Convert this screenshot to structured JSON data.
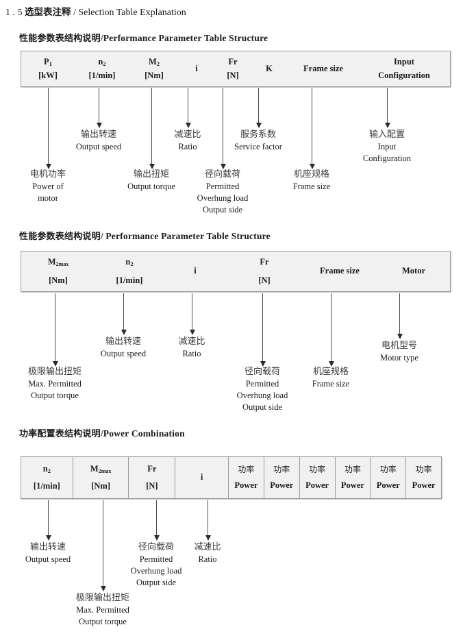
{
  "document": {
    "section_number": "1 . 5",
    "title_cn": "选型表注释",
    "separator": "/",
    "title_en": "Selection Table Explanation"
  },
  "sections": [
    {
      "heading_cn": "性能参数表结构说明",
      "heading_sep": "/",
      "heading_en": "Performance Parameter Table Structure"
    },
    {
      "heading_cn": "性能参数表结构说明",
      "heading_sep": "/",
      "heading_en": "Performance Parameter Table Structure"
    },
    {
      "heading_cn": "功率配置表结构说明",
      "heading_sep": "/",
      "heading_en": "Power Combination"
    }
  ],
  "table1": {
    "columns": [
      {
        "symbol": "P",
        "sub": "1",
        "unit": "[kW]"
      },
      {
        "symbol": "n",
        "sub": "2",
        "unit": "[1/min]"
      },
      {
        "symbol": "M",
        "sub": "2",
        "unit": "[Nm]"
      },
      {
        "symbol": "i",
        "sub": "",
        "unit": ""
      },
      {
        "symbol": "Fr",
        "sub": "",
        "unit": "[N]"
      },
      {
        "symbol": "K",
        "sub": "",
        "unit": ""
      },
      {
        "symbol": "Frame size",
        "sub": "",
        "unit": ""
      },
      {
        "symbol": "Input",
        "sub": "",
        "unit": "Configuration"
      }
    ]
  },
  "table2": {
    "columns": [
      {
        "symbol": "M",
        "sub": "2max",
        "unit": "[Nm]"
      },
      {
        "symbol": "n",
        "sub": "2",
        "unit": "[1/min]"
      },
      {
        "symbol": "i",
        "sub": "",
        "unit": ""
      },
      {
        "symbol": "Fr",
        "sub": "",
        "unit": "[N]"
      },
      {
        "symbol": "Frame size",
        "sub": "",
        "unit": ""
      },
      {
        "symbol": "Motor",
        "sub": "",
        "unit": ""
      }
    ]
  },
  "table3": {
    "columns": [
      {
        "symbol": "n",
        "sub": "2",
        "unit": "[1/min]"
      },
      {
        "symbol": "M",
        "sub": "2max",
        "unit": "[Nm]"
      },
      {
        "symbol": "Fr",
        "sub": "",
        "unit": "[N]"
      },
      {
        "symbol": "i",
        "sub": "",
        "unit": ""
      },
      {
        "symbol_cn": "功率",
        "unit": "Power"
      },
      {
        "symbol_cn": "功率",
        "unit": "Power"
      },
      {
        "symbol_cn": "功率",
        "unit": "Power"
      },
      {
        "symbol_cn": "功率",
        "unit": "Power"
      },
      {
        "symbol_cn": "功率",
        "unit": "Power"
      },
      {
        "symbol_cn": "功率",
        "unit": "Power"
      }
    ]
  },
  "annotations1": [
    {
      "cn": "电机功率",
      "en": [
        "Power of",
        "motor"
      ]
    },
    {
      "cn": "输出转速",
      "en": [
        "Output speed"
      ]
    },
    {
      "cn": "输出扭矩",
      "en": [
        "Output torque"
      ]
    },
    {
      "cn": "减速比",
      "en": [
        "Ratio"
      ]
    },
    {
      "cn": "径向载荷",
      "en": [
        "Permitted",
        "Overhung load",
        "Output side"
      ]
    },
    {
      "cn": "服务系数",
      "en": [
        "Service factor"
      ]
    },
    {
      "cn": "机座规格",
      "en": [
        "Frame size"
      ]
    },
    {
      "cn": "输入配置",
      "en": [
        "Input",
        "Configuration"
      ]
    }
  ],
  "annotations2": [
    {
      "cn": "极限输出扭矩",
      "en": [
        "Max. Permitted",
        "Output  torque"
      ]
    },
    {
      "cn": "输出转速",
      "en": [
        "Output speed"
      ]
    },
    {
      "cn": "减速比",
      "en": [
        "Ratio"
      ]
    },
    {
      "cn": "径向载荷",
      "en": [
        "Permitted",
        "Overhung load",
        "Output side"
      ]
    },
    {
      "cn": "机座规格",
      "en": [
        "Frame size"
      ]
    },
    {
      "cn": "电机型号",
      "en": [
        "Motor type"
      ]
    }
  ],
  "annotations3": [
    {
      "cn": "输出转速",
      "en": [
        "Output speed"
      ]
    },
    {
      "cn": "极限输出扭矩",
      "en": [
        "Max. Permitted",
        "Output  torque"
      ]
    },
    {
      "cn": "径向载荷",
      "en": [
        "Permitted",
        "Overhung load",
        "Output side"
      ]
    },
    {
      "cn": "减速比",
      "en": [
        "Ratio"
      ]
    }
  ],
  "colors": {
    "table_fill": "#f1f1f1",
    "table_border": "#9a9a9a",
    "arrow": "#2b2b2b",
    "text": "#1a1a1a"
  }
}
